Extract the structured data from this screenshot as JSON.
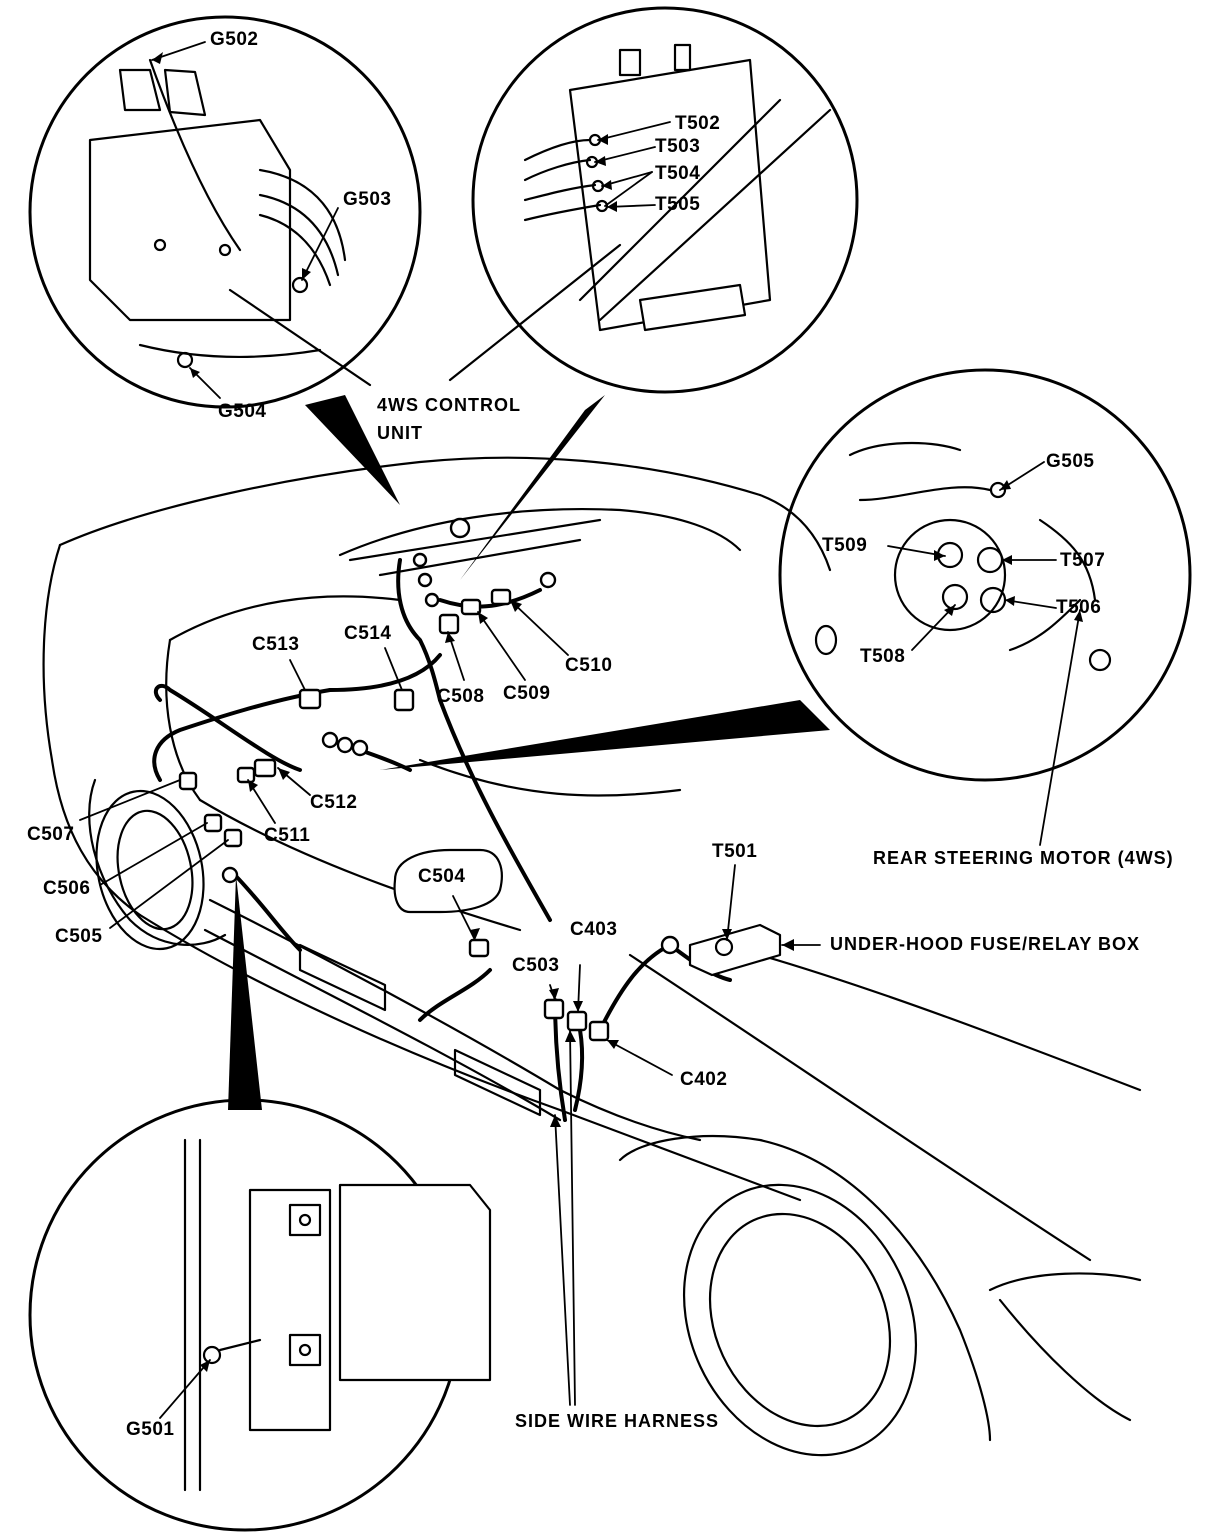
{
  "labels": {
    "g502": "G502",
    "g503": "G503",
    "g504": "G504",
    "t502": "T502",
    "t503": "T503",
    "t504": "T504",
    "t505": "T505",
    "control_unit_line1": "4WS CONTROL",
    "control_unit_line2": "UNIT",
    "g505": "G505",
    "t509": "T509",
    "t507": "T507",
    "t506": "T506",
    "t508": "T508",
    "c513": "C513",
    "c514": "C514",
    "c510": "C510",
    "c509": "C509",
    "c508": "C508",
    "c512": "C512",
    "c511": "C511",
    "c507": "C507",
    "c506": "C506",
    "c505": "C505",
    "c504": "C504",
    "c503": "C503",
    "c403": "C403",
    "c402": "C402",
    "t501": "T501",
    "fuse_box": "UNDER-HOOD FUSE/RELAY BOX",
    "rear_motor": "REAR STEERING MOTOR (4WS)",
    "side_harness": "SIDE WIRE HARNESS",
    "g501": "G501"
  },
  "colors": {
    "ink": "#000000",
    "paper": "#ffffff"
  }
}
